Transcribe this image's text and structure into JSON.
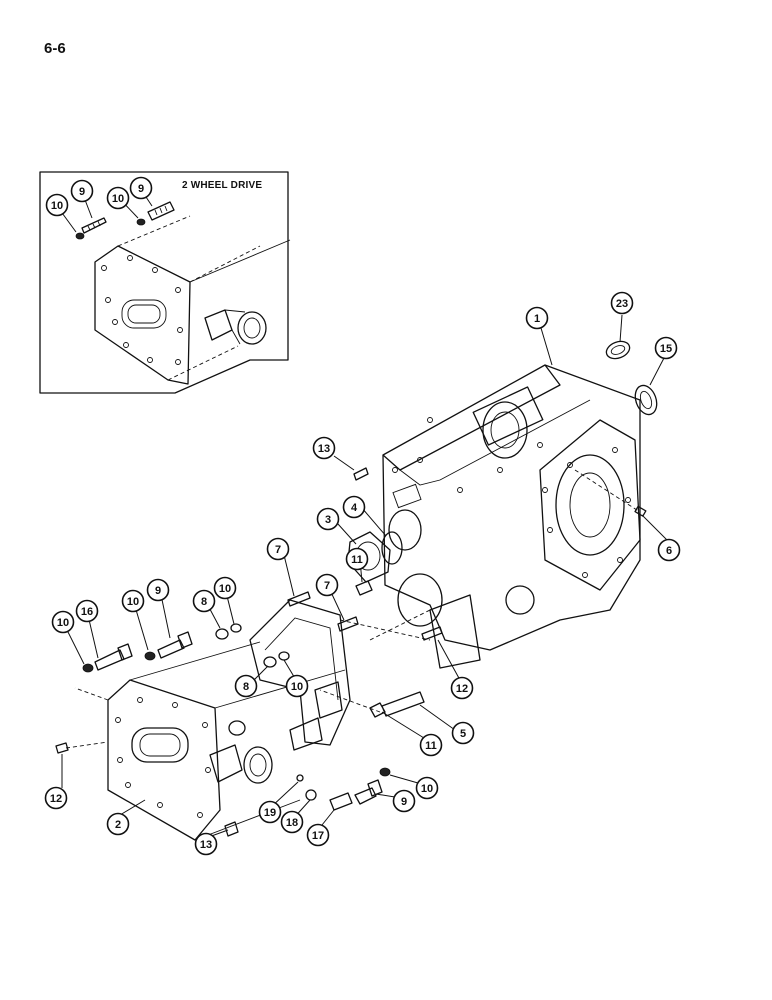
{
  "page_number": "6-6",
  "inset": {
    "label": "2 WHEEL DRIVE",
    "callouts": [
      "10",
      "9",
      "10",
      "9"
    ]
  },
  "main_callouts": [
    "1",
    "23",
    "15",
    "13",
    "6",
    "3",
    "4",
    "11",
    "7",
    "7",
    "12",
    "10",
    "16",
    "10",
    "9",
    "8",
    "10",
    "8",
    "10",
    "5",
    "11",
    "12",
    "2",
    "13",
    "19",
    "18",
    "17",
    "9",
    "10"
  ]
}
